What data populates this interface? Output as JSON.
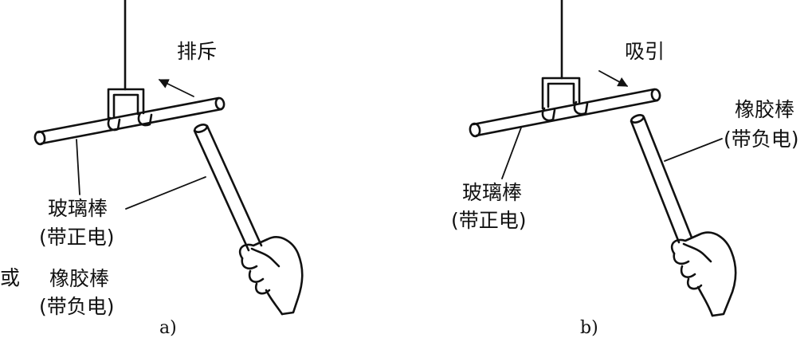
{
  "panels": [
    {
      "caption": "a)",
      "action": "排斥",
      "rod_label_line1": "玻璃棒",
      "rod_label_line2": "(带正电)",
      "alt_prefix": "或",
      "alt_label_line1": "橡胶棒",
      "alt_label_line2": "(带负电)"
    },
    {
      "caption": "b)",
      "action": "吸引",
      "rod_label_line1": "玻璃棒",
      "rod_label_line2": "(带正电)",
      "hand_label_line1": "橡胶棒",
      "hand_label_line2": "(带负电)"
    }
  ]
}
